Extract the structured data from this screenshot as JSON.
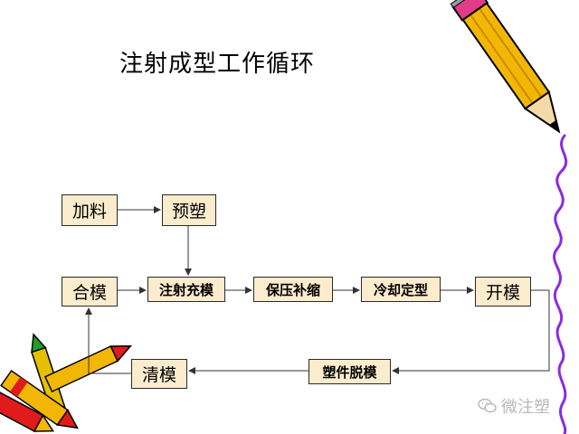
{
  "title": "注射成型工作循环",
  "nodes": {
    "jialiao": "加料",
    "yusu": "预塑",
    "hemo": "合模",
    "zhushe_chongmo": "注射充模",
    "baoya_busuo": "保压补缩",
    "lengque_dingxing": "冷却定型",
    "kaimo": "开模",
    "suojian_tuomo": "塑件脱模",
    "qingmo": "清模"
  },
  "edges": [
    {
      "from": "加料",
      "to": "预塑"
    },
    {
      "from": "预塑",
      "to": "注射充模"
    },
    {
      "from": "合模",
      "to": "注射充模"
    },
    {
      "from": "注射充模",
      "to": "保压补缩"
    },
    {
      "from": "保压补缩",
      "to": "冷却定型"
    },
    {
      "from": "冷却定型",
      "to": "开模"
    },
    {
      "from": "开模",
      "to": "塑件脱模"
    },
    {
      "from": "塑件脱模",
      "to": "清模"
    },
    {
      "from": "清模",
      "to": "合模"
    }
  ],
  "watermark": {
    "text": "微注塑",
    "icon": "wechat-icon"
  },
  "decorations": [
    "pencil-icon",
    "crayons-icon",
    "squiggle-line"
  ],
  "colors": {
    "node_fill": "#fbeccd",
    "node_border": "#2a2a2a",
    "arrow": "#333333",
    "squiggle": "#8a2be2",
    "pencil_yellow": "#f2b705",
    "crayon_red": "#e01b1b",
    "crayon_green": "#1e9e2a"
  }
}
